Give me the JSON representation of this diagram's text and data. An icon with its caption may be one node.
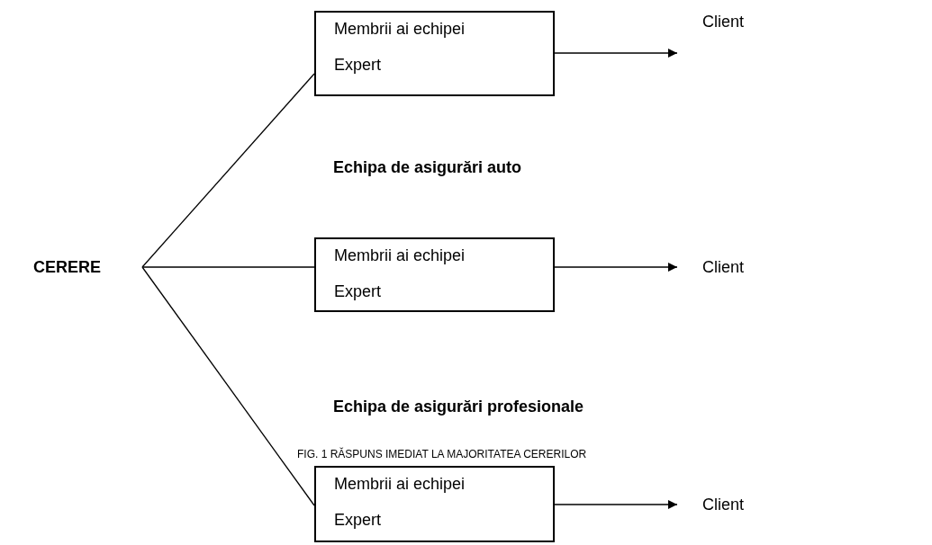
{
  "diagram": {
    "caption": "FIG. 1 RĂSPUNS IMEDIAT LA MAJORITATEA CERERILOR",
    "nodes": [
      {
        "text": [
          "CERERE"
        ]
      },
      {
        "text": [
          "Membrii ai echipei",
          "Expert"
        ]
      },
      {
        "text": [
          "Membrii ai echipei",
          "Expert"
        ]
      },
      {
        "text": [
          "Membrii ai echipei",
          "Expert"
        ]
      },
      {
        "text": [
          "Client"
        ]
      },
      {
        "text": [
          "Client"
        ]
      },
      {
        "text": [
          "Client"
        ]
      }
    ],
    "edges": [
      {
        "from": 0,
        "to": 1,
        "arrow": "none"
      },
      {
        "from": 0,
        "to": 2,
        "arrow": "none"
      },
      {
        "from": 0,
        "to": 3,
        "arrow": "none"
      },
      {
        "from": 1,
        "to": 4,
        "arrow": "to"
      },
      {
        "from": 2,
        "to": 5,
        "arrow": "to"
      },
      {
        "from": 3,
        "to": 6,
        "arrow": "to"
      }
    ],
    "labels": [
      "Echipa de asigurări auto",
      "Echipa de asigurări profesionale"
    ]
  }
}
